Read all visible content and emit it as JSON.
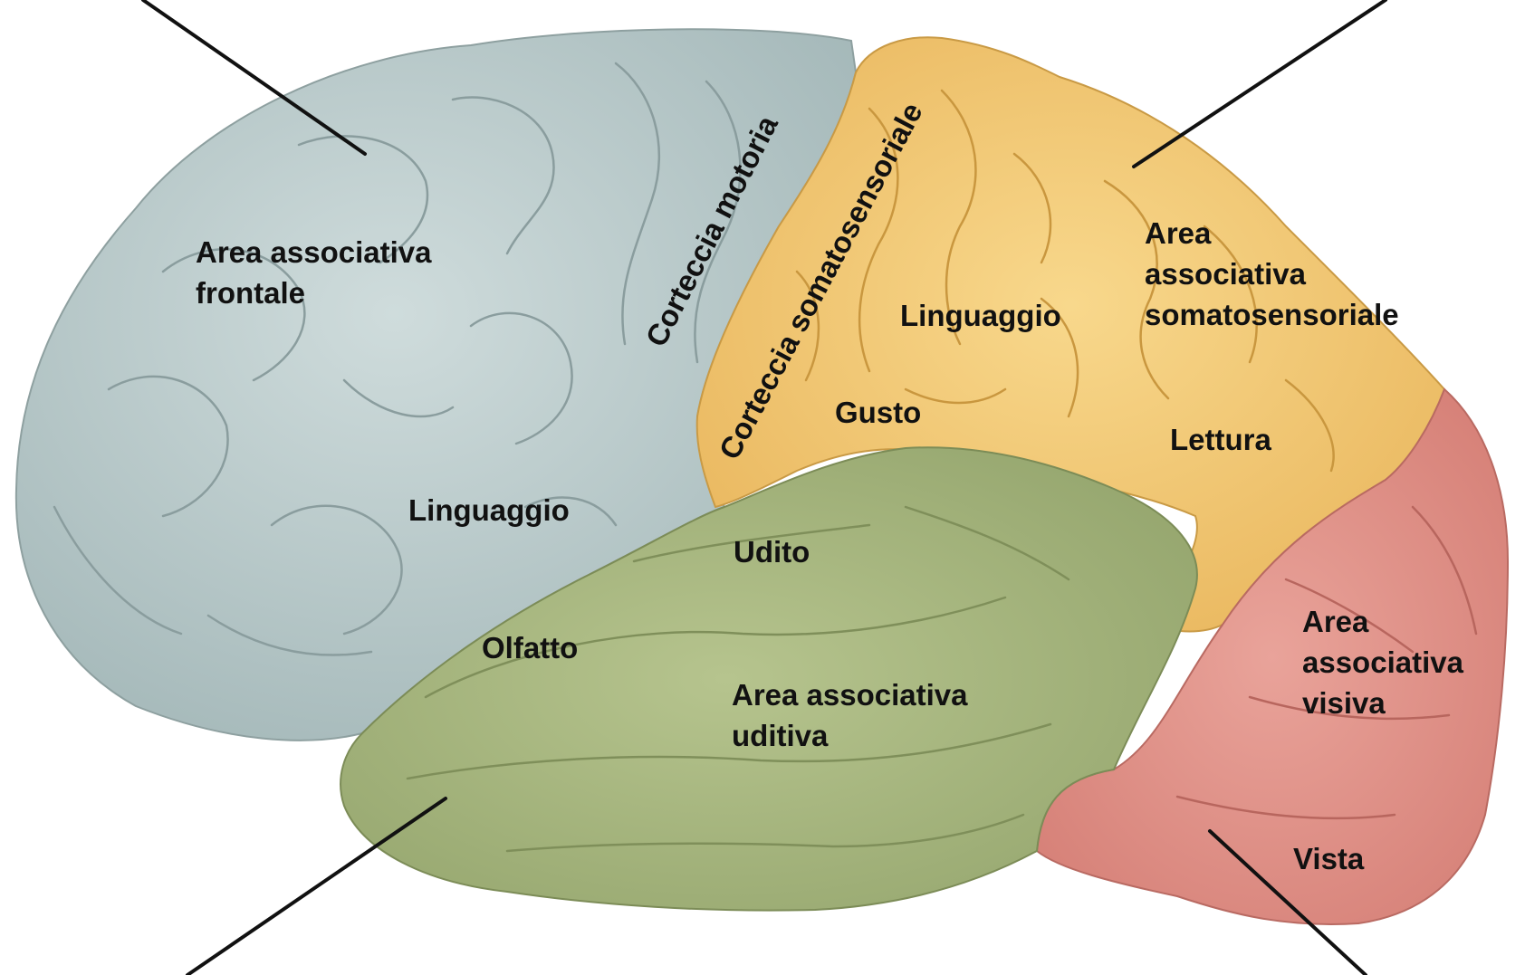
{
  "colors": {
    "frontal": "#b4c7c8",
    "parietal": "#f3c86e",
    "temporal": "#a6b580",
    "occipital": "#de8e86",
    "sulcus": "#7c8a86",
    "pointer": "#111111",
    "label": "#111111"
  },
  "labels": {
    "frontal_assoc": [
      "Area associativa",
      "frontale"
    ],
    "motor": "Corteccia motoria",
    "somatosensory": "Corteccia somatosensoriale",
    "language_parietal": "Linguaggio",
    "somato_assoc": [
      "Area",
      "associativa",
      "somatosensoriale"
    ],
    "taste": "Gusto",
    "reading": "Lettura",
    "language_frontal": "Linguaggio",
    "hearing": "Udito",
    "smell": "Olfatto",
    "auditory_assoc": [
      "Area associativa",
      "uditiva"
    ],
    "visual_assoc": [
      "Area",
      "associativa",
      "visiva"
    ],
    "vision": "Vista"
  }
}
